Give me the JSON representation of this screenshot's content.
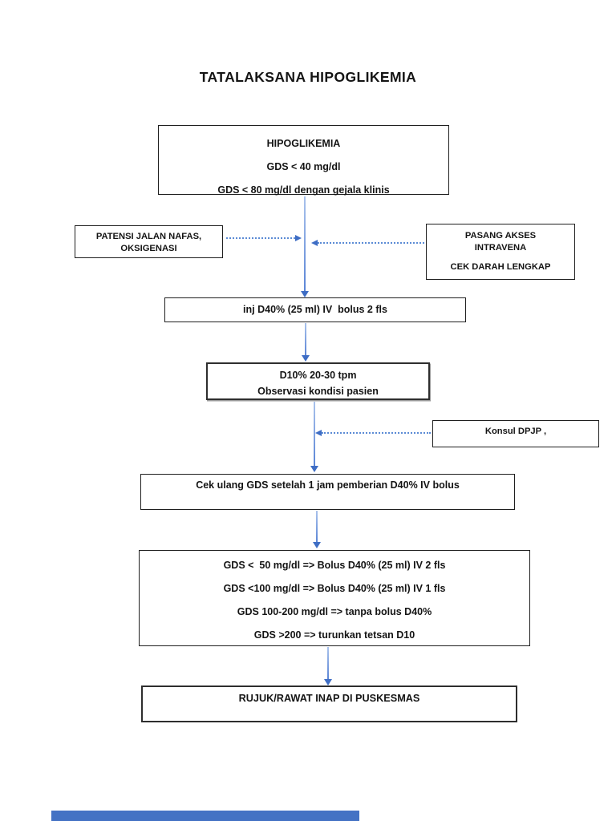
{
  "page": {
    "title": "TATALAKSANA HIPOGLIKEMIA"
  },
  "colors": {
    "arrow_head": "#3e6dc4",
    "arrow_line": "#5b85d6",
    "arrow_line_light": "#aac3ec",
    "dotted_line": "#5b8bd5",
    "box_border": "#1f1f1f",
    "text": "#141414",
    "footer_bar": "#4472c4",
    "background": "#ffffff"
  },
  "flow": {
    "start": {
      "lines": [
        "HIPOGLIKEMIA",
        "GDS < 40 mg/dl",
        "GDS < 80 mg/dl dengan gejala klinis"
      ]
    },
    "airway": {
      "lines": [
        "PATENSI JALAN NAFAS,",
        "OKSIGENASI"
      ]
    },
    "iv_access": {
      "lines": [
        "PASANG AKSES",
        "INTRAVENA",
        "CEK DARAH LENGKAP"
      ]
    },
    "bolus": {
      "label": "inj D40% (25 ml) IV  bolus 2 fls"
    },
    "drip": {
      "lines": [
        "D10% 20-30 tpm",
        "Observasi kondisi pasien"
      ]
    },
    "consult": {
      "label": "Konsul DPJP ,"
    },
    "recheck": {
      "label": "Cek ulang GDS setelah 1 jam pemberian D40% IV bolus"
    },
    "decision": {
      "lines": [
        "GDS <  50 mg/dl => Bolus D40% (25 ml) IV 2 fls",
        "GDS <100 mg/dl => Bolus D40% (25 ml) IV 1 fls",
        "GDS 100-200 mg/dl => tanpa bolus D40%",
        "GDS >200 => turunkan tetsan D10"
      ]
    },
    "disposition": {
      "label": "RUJUK/RAWAT INAP DI PUSKESMAS"
    }
  }
}
